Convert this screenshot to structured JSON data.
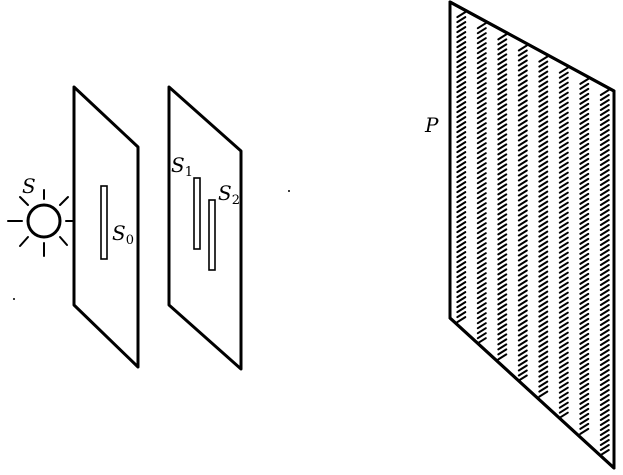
{
  "labels": {
    "source": {
      "main": "S",
      "sub": ""
    },
    "single_slit": {
      "main": "S",
      "sub": "0"
    },
    "slit_1": {
      "main": "S",
      "sub": "1"
    },
    "slit_2": {
      "main": "S",
      "sub": "2"
    },
    "screen": {
      "main": "P",
      "sub": ""
    }
  },
  "colors": {
    "ink": "#000000",
    "paper": "#ffffff"
  },
  "fringes": {
    "dark_bands": 8
  }
}
